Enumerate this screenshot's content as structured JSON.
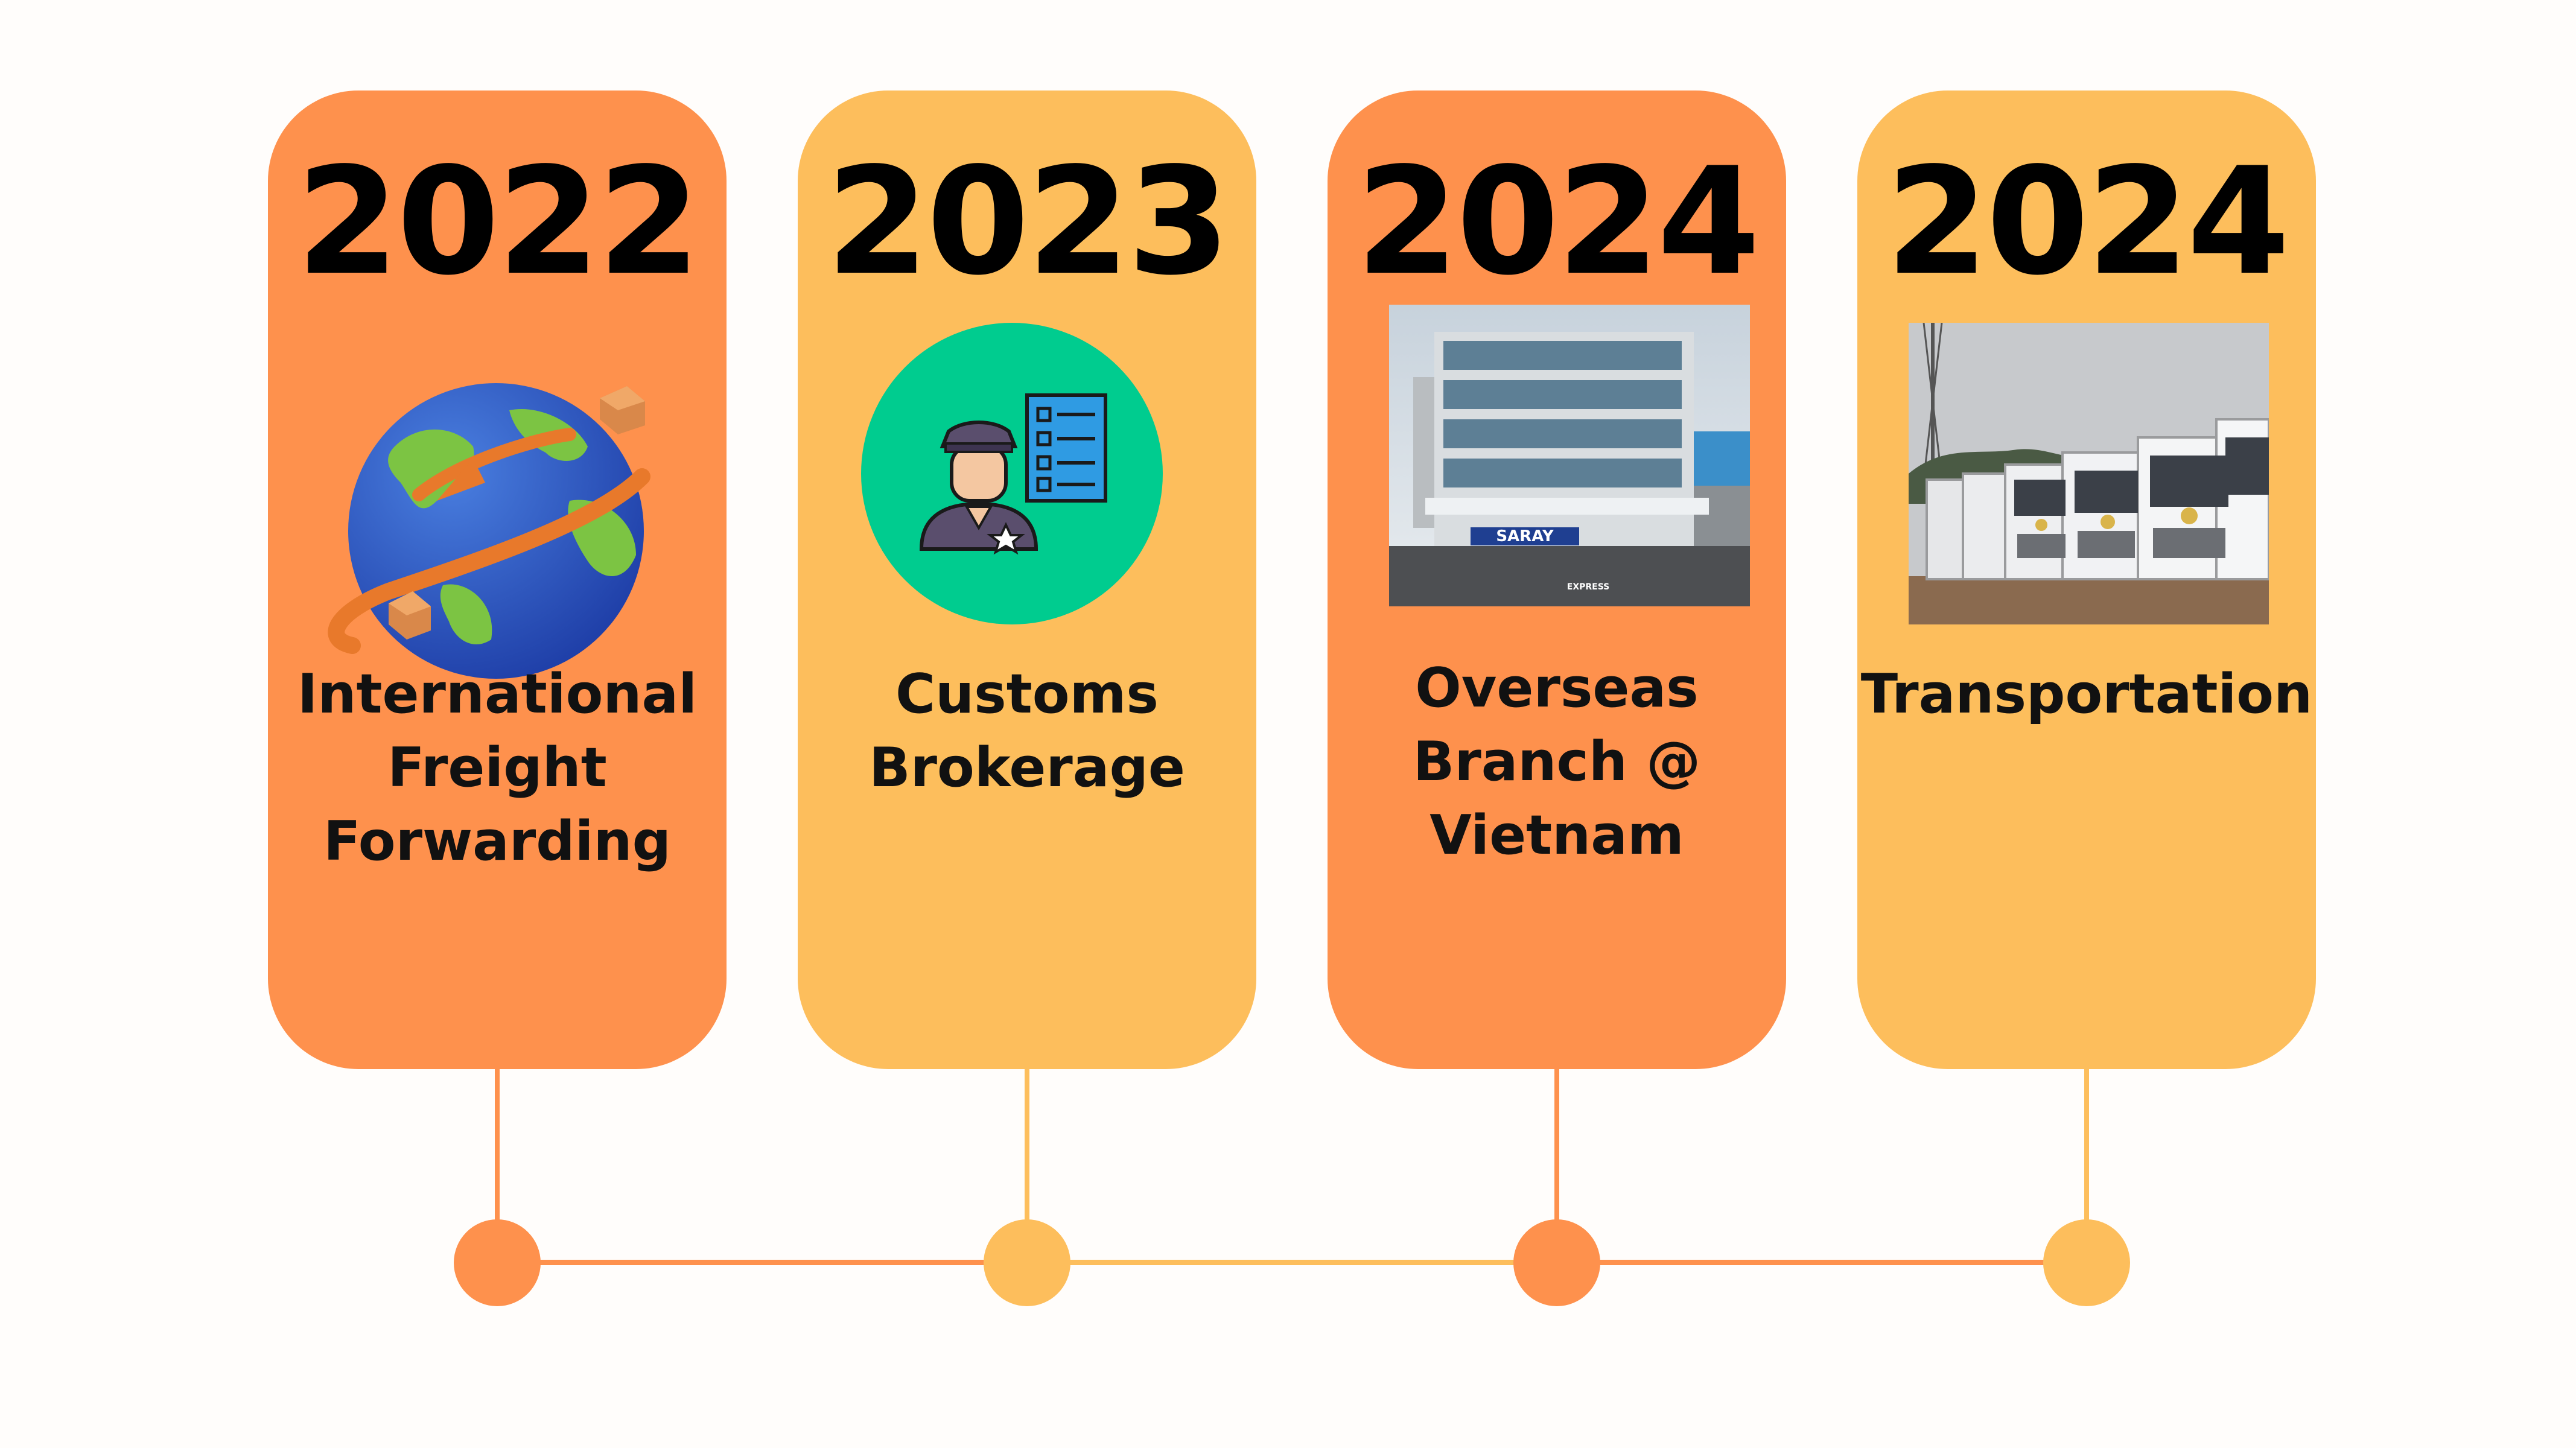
{
  "timeline": {
    "items": [
      {
        "year": "2022",
        "label": "International\nFreight\nForwarding",
        "icon": "globe-shipping-icon",
        "color": "#fe914d"
      },
      {
        "year": "2023",
        "label": "Customs\nBrokerage",
        "icon": "customs-officer-icon",
        "color": "#fdbe5c"
      },
      {
        "year": "2024",
        "label": "Overseas\nBranch @\nVietnam",
        "icon": "office-building-photo",
        "color": "#fe914d",
        "sign_text": "SARAY",
        "sub_sign": "EXPRESS"
      },
      {
        "year": "2024",
        "label": "Transportation",
        "icon": "truck-fleet-photo",
        "color": "#fdbe5c"
      }
    ]
  }
}
